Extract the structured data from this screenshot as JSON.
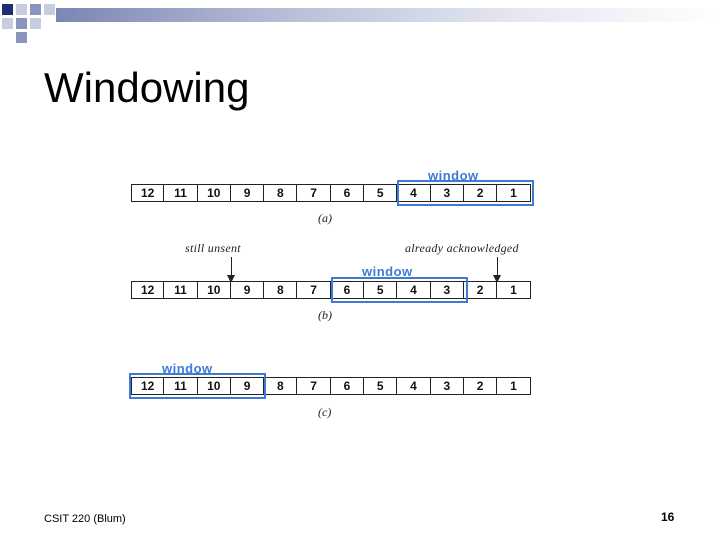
{
  "slide": {
    "title": "Windowing",
    "footer_left": "CSIT 220 (Blum)",
    "page_number": "16"
  },
  "colors": {
    "window_accent": "#3d7bd4",
    "header_dark": "#1f2e6e"
  },
  "diagram": {
    "sequence": [
      "12",
      "11",
      "10",
      "9",
      "8",
      "7",
      "6",
      "5",
      "4",
      "3",
      "2",
      "1"
    ],
    "panels": [
      {
        "caption": "(a)",
        "window_label": "window",
        "window_start_index": 8,
        "window_size": 4
      },
      {
        "caption": "(b)",
        "window_label": "window",
        "window_start_index": 6,
        "window_size": 4
      },
      {
        "caption": "(c)",
        "window_label": "window",
        "window_start_index": 0,
        "window_size": 4
      }
    ],
    "annotations": {
      "still_unsent": "still unsent",
      "already_acknowledged": "already acknowledged"
    }
  }
}
